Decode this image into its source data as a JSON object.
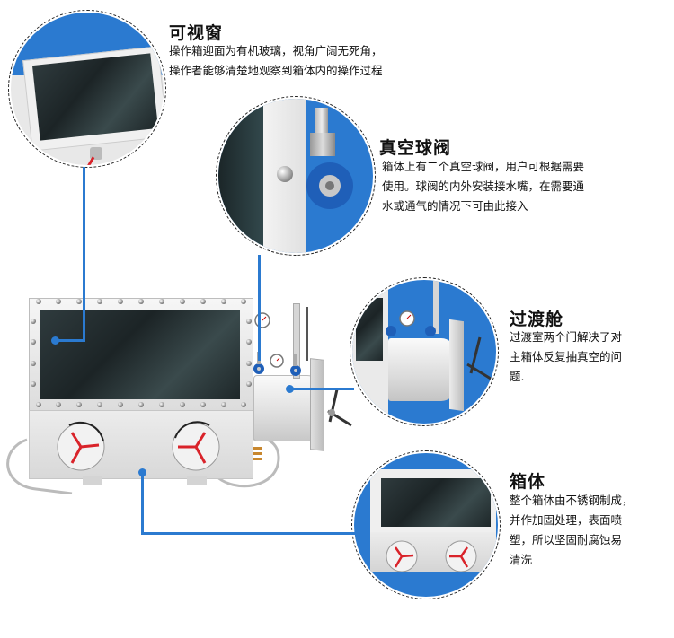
{
  "callouts": [
    {
      "id": "viewing-window",
      "title": "可视窗",
      "lines": [
        "操作箱迎面为有机玻璃，视角广阔无死角，",
        "操作者能够清楚地观察到箱体内的操作过程"
      ]
    },
    {
      "id": "vacuum-ball-valve",
      "title": "真空球阀",
      "lines": [
        "箱体上有二个真空球阀，用户可根据需要",
        "使用。球阀的内外安装接水嘴，在需要通",
        "水或通气的情况下可由此接入"
      ]
    },
    {
      "id": "transition-chamber",
      "title": "过渡舱",
      "lines": [
        "过渡室两个门解决了对",
        "主箱体反复抽真空的问",
        "题."
      ]
    },
    {
      "id": "box-body",
      "title": "箱体",
      "lines": [
        "整个箱体由不锈钢制成，",
        "并作加固处理，表面喷",
        "塑，所以坚固耐腐蚀易",
        "清洗"
      ]
    }
  ],
  "colors": {
    "accent_blue": "#2b7ad0",
    "background": "#ffffff",
    "glass": "#1f2a2c",
    "steel": "#e6e6e6",
    "handle_red": "#d9232a",
    "valve_blue": "#1f5fb8"
  },
  "icons": {
    "pressure_gauge": "gauge-icon",
    "valve_handwheel": "handwheel-icon",
    "glove_port": "glove-port-icon"
  }
}
